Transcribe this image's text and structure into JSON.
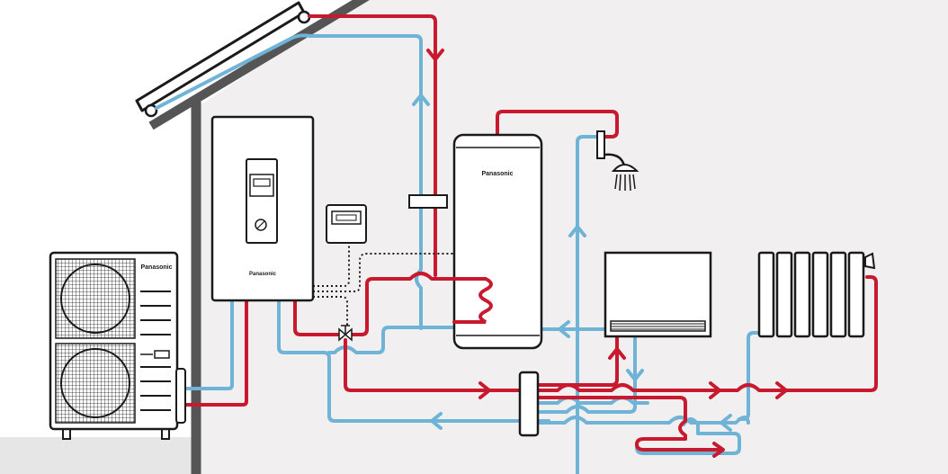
{
  "brand": {
    "outdoor_unit": "Panasonic",
    "indoor_unit": "Panasonic",
    "tank": "Panasonic"
  },
  "colors": {
    "hot_pipe": "#c8192e",
    "cold_pipe": "#6fb3d6",
    "outline": "#1a1a1a",
    "wall": "#555555",
    "house_interior": "#f1eff0",
    "ground": "#e6e6e6",
    "background": "#ffffff"
  },
  "components": [
    {
      "id": "solar-collector",
      "icon": "solar-panel-icon"
    },
    {
      "id": "outdoor-heat-pump",
      "icon": "fan-grille-icon"
    },
    {
      "id": "indoor-unit",
      "icon": "control-panel-icon"
    },
    {
      "id": "remote-controller",
      "icon": "thermostat-icon"
    },
    {
      "id": "hot-water-tank",
      "icon": "coil-icon"
    },
    {
      "id": "shower",
      "icon": "shower-head-icon"
    },
    {
      "id": "fan-coil",
      "icon": "fan-coil-icon"
    },
    {
      "id": "radiator",
      "icon": "radiator-icon"
    },
    {
      "id": "underfloor-heating",
      "icon": "floor-loop-icon"
    },
    {
      "id": "three-way-valve",
      "icon": "valve-icon"
    },
    {
      "id": "buffer-manifold",
      "icon": "manifold-icon"
    }
  ]
}
